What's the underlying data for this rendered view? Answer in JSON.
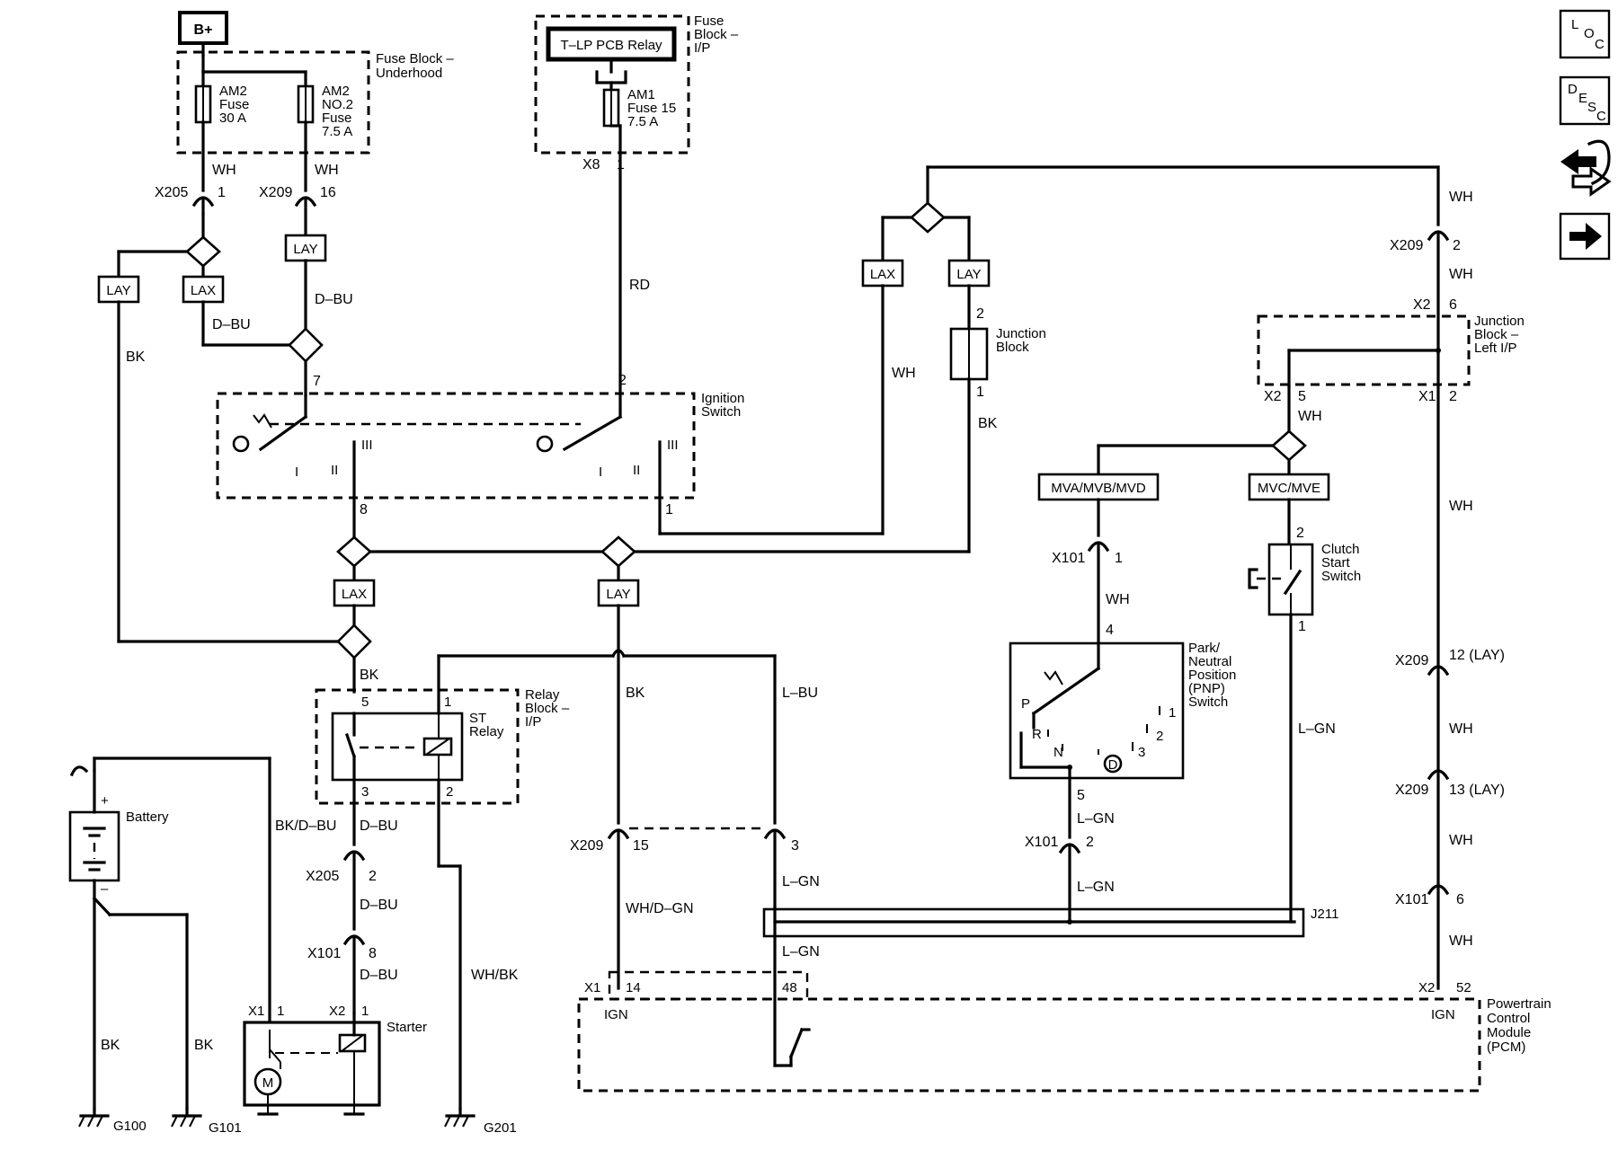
{
  "power_source": "B+",
  "fuse_block_underhood": {
    "title": "Fuse Block – Underhood",
    "line1": "Fuse Block –",
    "line2": "Underhood",
    "fuse_am2": [
      "AM2",
      "Fuse",
      "30 A"
    ],
    "fuse_am2_no2": [
      "AM2",
      "NO.2",
      "Fuse",
      "7.5 A"
    ]
  },
  "fuse_block_ip": {
    "line1": "Fuse",
    "line2": "Block –",
    "line3": "I/P",
    "relay": "T–LP PCB Relay",
    "fuse_am1": [
      "AM1",
      "Fuse 15",
      "7.5 A"
    ]
  },
  "wire_colors": {
    "wh": "WH",
    "dbu": "D–BU",
    "bk": "BK",
    "rd": "RD",
    "lbu": "L–BU",
    "lgn": "L–GN",
    "bkdbu": "BK/D–BU",
    "whbk": "WH/BK",
    "whdgn": "WH/D–GN"
  },
  "connectors": {
    "x205": "X205",
    "x209": "X209",
    "x8": "X8",
    "x2": "X2",
    "x1": "X1",
    "x101": "X101",
    "j211": "J211"
  },
  "pins": {
    "p1": "1",
    "p2": "2",
    "p3": "3",
    "p4": "4",
    "p5": "5",
    "p6": "6",
    "p7": "7",
    "p8": "8",
    "p14": "14",
    "p15": "15",
    "p16": "16",
    "p48": "48",
    "p52": "52",
    "p12lay": "12 (LAY)",
    "p13lay": "13 (LAY)"
  },
  "options": {
    "lay": "LAY",
    "lax": "LAX",
    "mva": "MVA/MVB/MVD",
    "mvc": "MVC/MVE"
  },
  "ignition_switch": {
    "line1": "Ignition",
    "line2": "Switch",
    "pos0": "O",
    "pos1": "I",
    "pos2": "II",
    "pos3": "III"
  },
  "junction_block": {
    "line1": "Junction",
    "line2": "Block"
  },
  "junction_block_left_ip": {
    "line1": "Junction",
    "line2": "Block –",
    "line3": "Left I/P"
  },
  "relay_block_ip": {
    "line1": "Relay",
    "line2": "Block –",
    "line3": "I/P",
    "relay_line1": "ST",
    "relay_line2": "Relay"
  },
  "clutch_switch": {
    "line1": "Clutch",
    "line2": "Start",
    "line3": "Switch"
  },
  "pnp_switch": {
    "line1": "Park/",
    "line2": "Neutral",
    "line3": "Position",
    "line4": "(PNP)",
    "line5": "Switch",
    "pos_p": "P",
    "pos_r": "R",
    "pos_n": "N",
    "pos_d": "D",
    "pos_1": "1",
    "pos_2": "2",
    "pos_3": "3"
  },
  "battery": {
    "label": "Battery",
    "plus": "+",
    "minus": "–"
  },
  "starter": {
    "label": "Starter",
    "motor": "M"
  },
  "pcm": {
    "line1": "Powertrain",
    "line2": "Control",
    "line3": "Module",
    "line4": "(PCM)",
    "ign": "IGN"
  },
  "grounds": {
    "g100": "G100",
    "g101": "G101",
    "g201": "G201"
  },
  "side_icons": {
    "loc_l": "L",
    "loc_o": "O",
    "loc_c": "C",
    "desc_d": "D",
    "desc_e": "E",
    "desc_s": "S",
    "desc_c": "C"
  }
}
